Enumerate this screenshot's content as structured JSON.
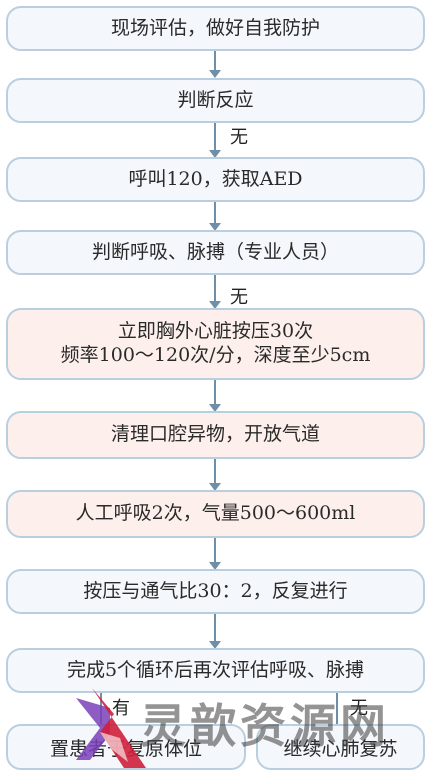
{
  "steps": [
    "现场评估，做好自我防护",
    "判断反应",
    "呼叫120，获取AED",
    "判断呼吸、脉搏（专业人员）",
    [
      "立即胸外心脏按压30次",
      "频率100～120次/分，深度至少5cm"
    ],
    "清理口腔异物，开放气道",
    "人工呼吸2次，气量500～600ml",
    "按压与通气比30：2，反复进行",
    "完成5个循环后再次评估呼吸、脉搏"
  ],
  "labels": {
    "after_reaction": "无",
    "after_breathing": "无",
    "left_branch": "有",
    "right_branch": "无"
  },
  "outcomes": {
    "left": "置患者于复原体位",
    "right": "继续心肺复苏"
  },
  "watermark": "灵歆资源网",
  "colors": {
    "border": "#b9cfe0",
    "cool_fill": "#f4f7fb",
    "warm_fill": "#fdf0ec",
    "logo_red": "#d01f3b",
    "logo_purple": "#7a3fb8"
  }
}
